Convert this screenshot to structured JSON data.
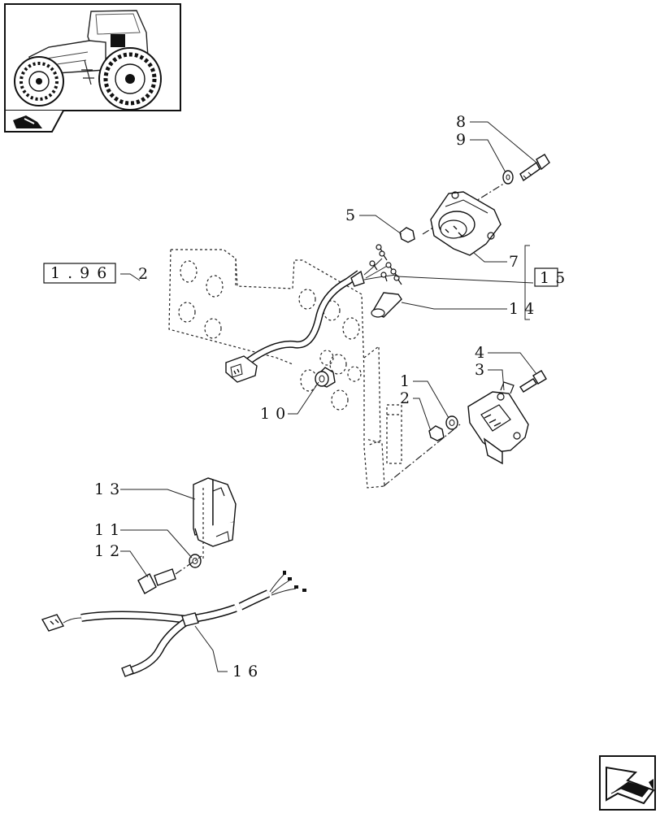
{
  "callouts": {
    "c1": "1",
    "c2a": "2",
    "c2b": "2",
    "c3": "3",
    "c4": "4",
    "c5": "5",
    "c7": "7",
    "c8": "8",
    "c9": "9",
    "c10": "10",
    "c11": "11",
    "c12": "12",
    "c13": "13",
    "c14": "14",
    "c15": "15",
    "c16": "16"
  },
  "reference_box": {
    "label": "1.96"
  },
  "icons": {
    "thumbnail": "tractor-thumbnail-icon",
    "corner": "tractor-section-icon",
    "next": "next-page-arrow-icon"
  },
  "colors": {
    "ink": "#111111",
    "paper": "#ffffff",
    "highlight": "#111111"
  }
}
